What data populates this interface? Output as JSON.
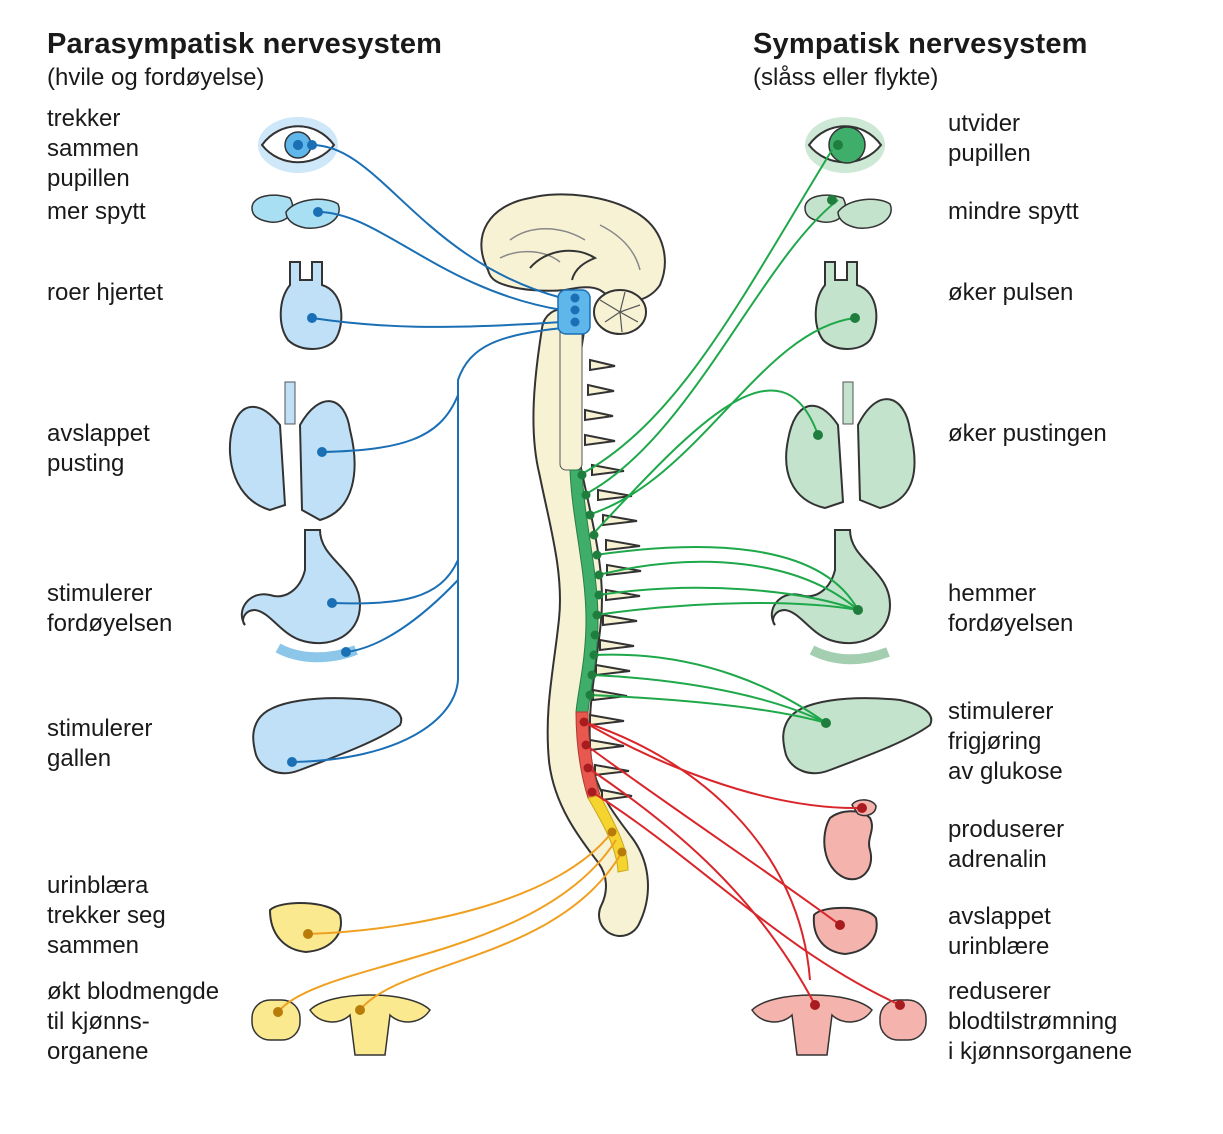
{
  "parasympathetic": {
    "title": "Parasympatisk nervesystem",
    "subtitle": "(hvile og fordøyelse)",
    "color": "#1a6fb5",
    "organ_fill": "#bfe0f7",
    "effects": [
      {
        "organ": "eye",
        "text": "trekker\nsammen\npupillen"
      },
      {
        "organ": "salivary-glands",
        "text": "mer spytt"
      },
      {
        "organ": "heart",
        "text": "roer hjertet"
      },
      {
        "organ": "lungs",
        "text": "avslappet\npusting"
      },
      {
        "organ": "stomach",
        "text": "stimulerer\nfordøyelsen"
      },
      {
        "organ": "liver",
        "text": "stimulerer\ngallen"
      },
      {
        "organ": "bladder",
        "text": "urinblæra\ntrekker seg\nsammen"
      },
      {
        "organ": "genitals",
        "text": "økt blodmengde\ntil kjønns-\norganene"
      }
    ]
  },
  "sympathetic": {
    "title": "Sympatisk nervesystem",
    "subtitle": "(slåss eller flykte)",
    "color": "#1ea84a",
    "lower_color": "#d9262b",
    "organ_fill": "#c4e3cc",
    "lower_organ_fill": "#f4b3ad",
    "effects": [
      {
        "organ": "eye",
        "text": "utvider\npupillen"
      },
      {
        "organ": "salivary-glands",
        "text": "mindre spytt"
      },
      {
        "organ": "heart",
        "text": "øker pulsen"
      },
      {
        "organ": "lungs",
        "text": "øker pustingen"
      },
      {
        "organ": "stomach",
        "text": "hemmer\nfordøyelsen"
      },
      {
        "organ": "liver",
        "text": "stimulerer\nfrigjøring\nav glukose"
      },
      {
        "organ": "adrenal-kidney",
        "text": "produserer\nadrenalin"
      },
      {
        "organ": "bladder",
        "text": "avslappet\nurinblære"
      },
      {
        "organ": "genitals",
        "text": "reduserer\nblodtilstrømning\ni kjønnsorganene"
      }
    ]
  },
  "sacral_color": "#f0a020",
  "spine_colors": {
    "brain": "#f7f2d4",
    "cervical": "#f7f2d4",
    "thoracic": "#3fae6a",
    "lumbar": "#e8584e",
    "sacral": "#f5d430"
  }
}
